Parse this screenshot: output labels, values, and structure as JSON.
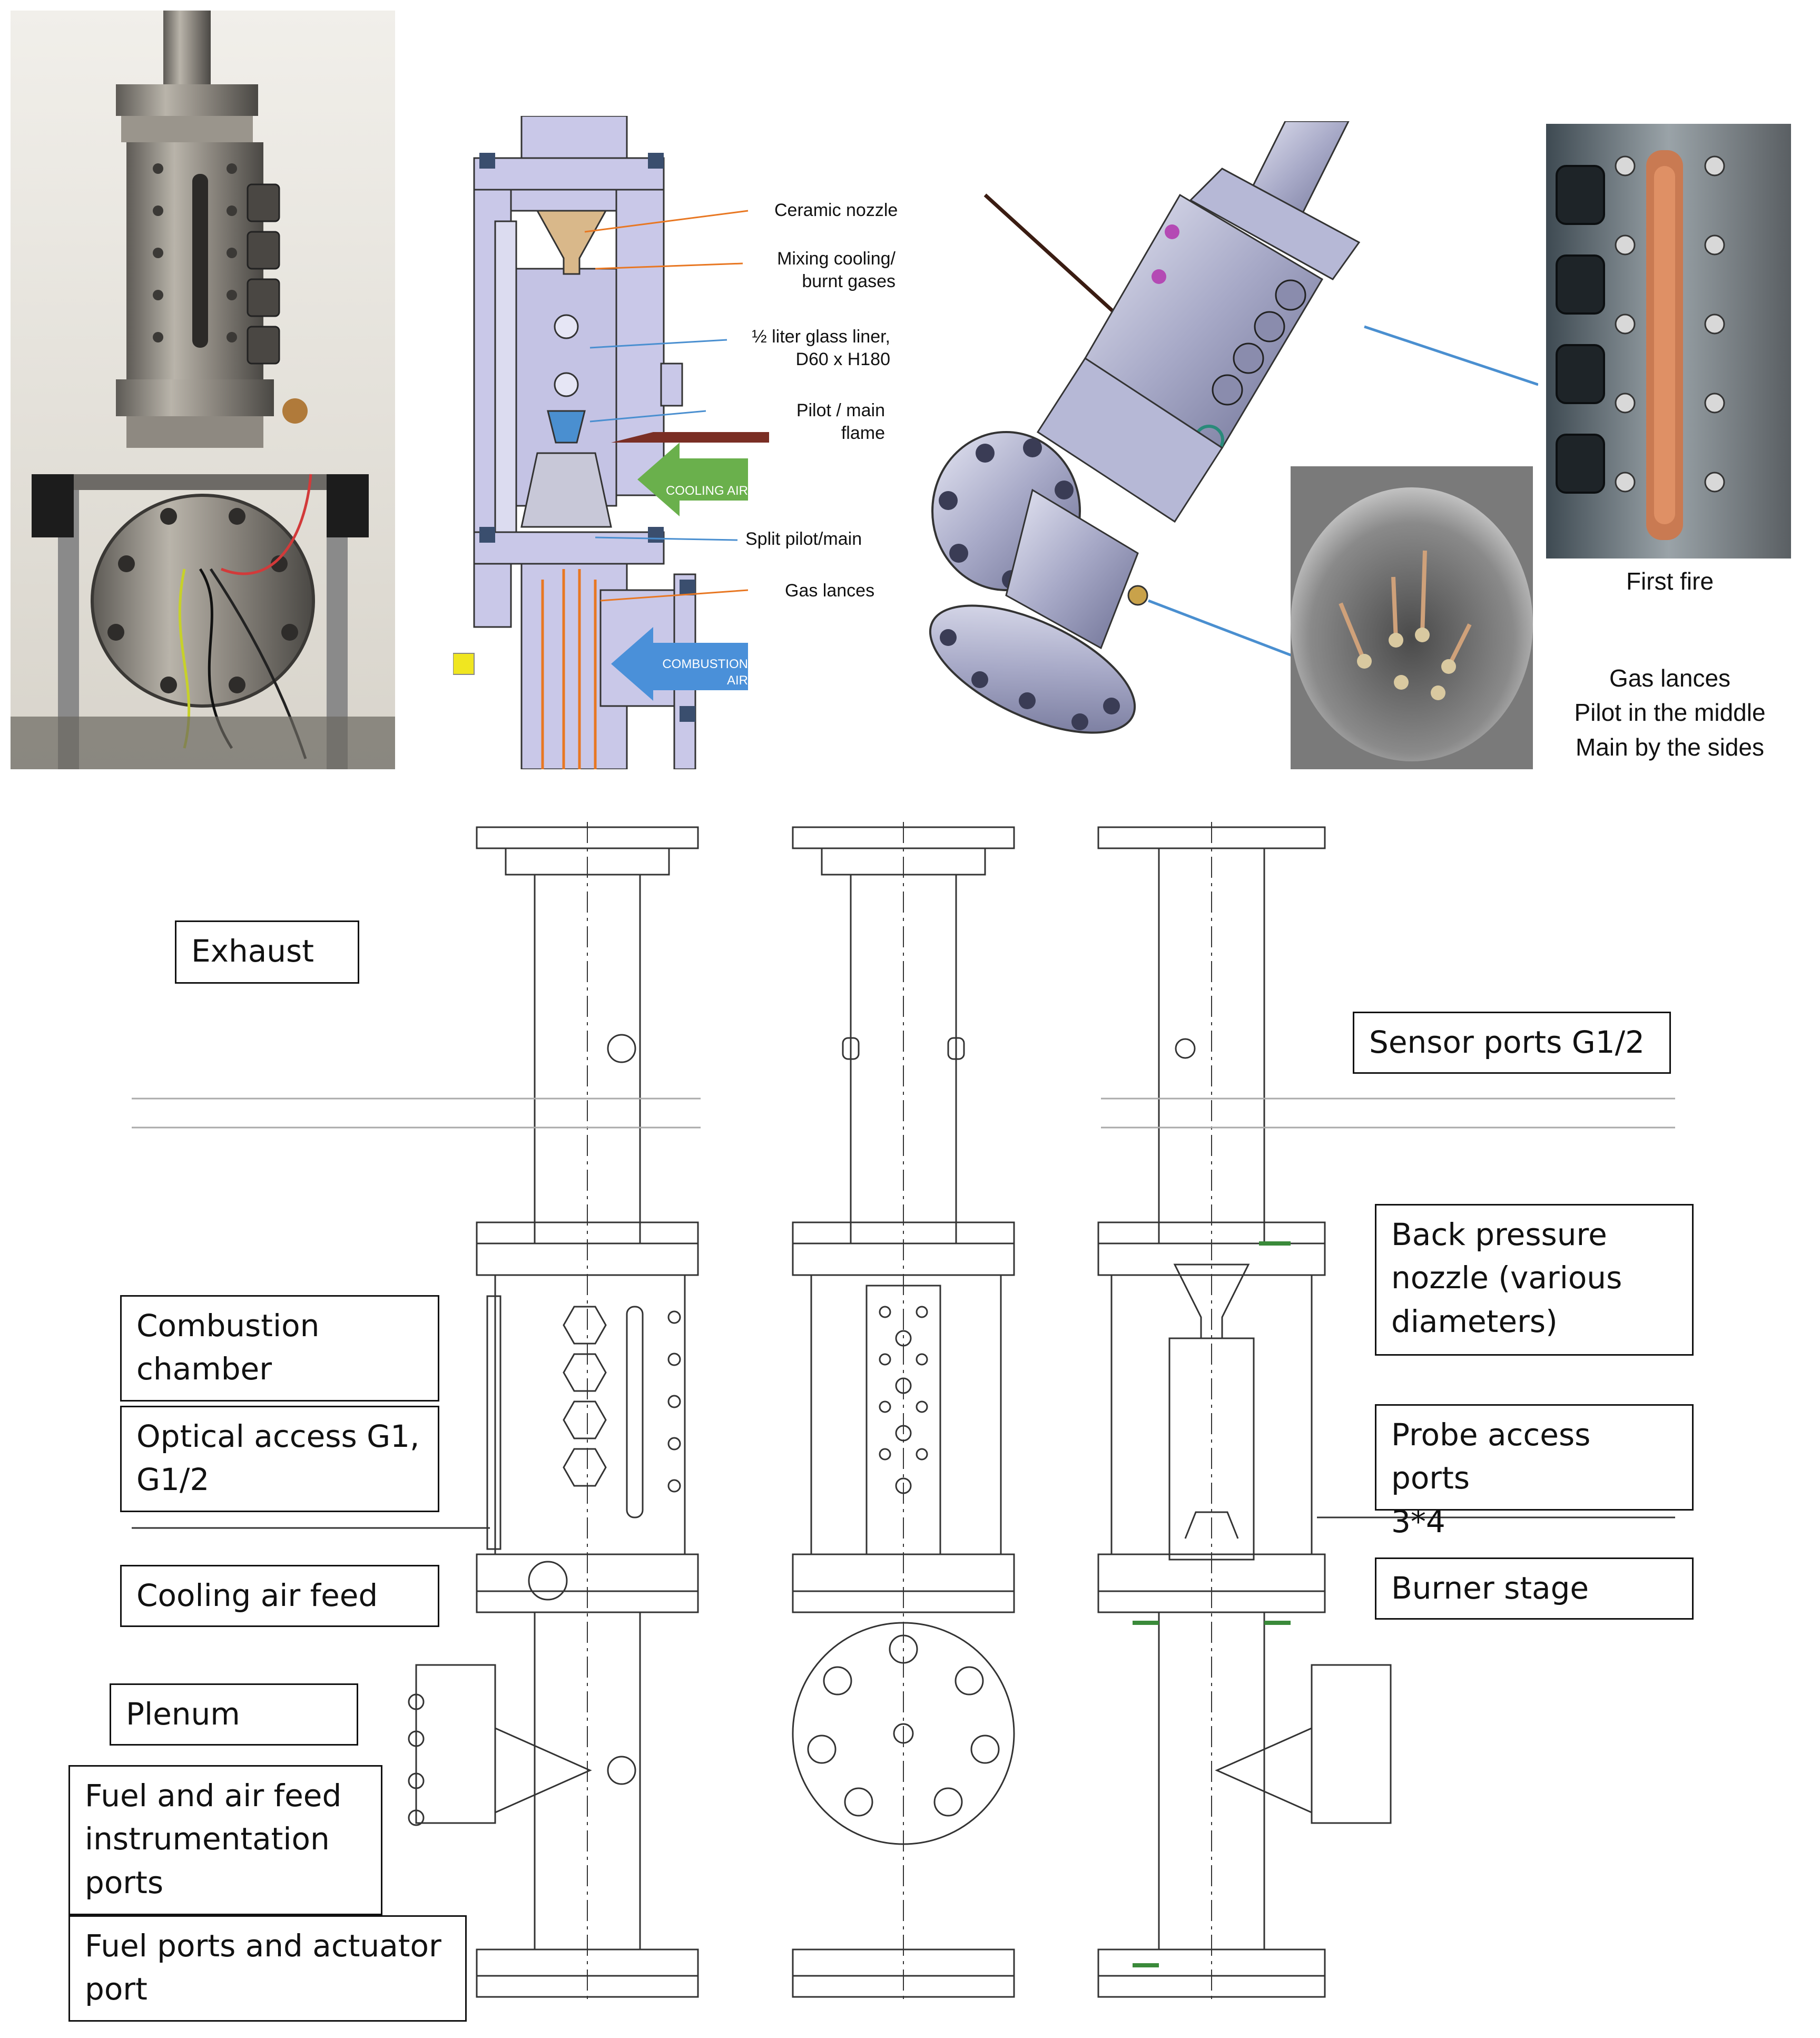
{
  "section_view": {
    "labels": {
      "ceramic_nozzle": "Ceramic nozzle",
      "mixing": "Mixing cooling/\nburnt gases",
      "glass_liner": "½ liter glass liner,\nD60 x H180",
      "pilot_main_flame": "Pilot / main\nflame",
      "cooling_air": "COOLING AIR",
      "split_pilot_main": "Split pilot/main",
      "gas_lances": "Gas lances",
      "combustion_air": "COMBUSTION\nAIR"
    },
    "colors": {
      "leader_orange": "#e87722",
      "leader_blue": "#4a8fd0",
      "cooling_arrow": "#6ab04c",
      "combustion_arrow": "#4a90d9",
      "body": "#c9c8e8"
    }
  },
  "photo_captions": {
    "first_fire": "First fire",
    "gas_lances_note": "Gas lances\nPilot in the middle\nMain by the sides"
  },
  "drawing_labels": {
    "exhaust": "Exhaust",
    "sensor_ports": "Sensor ports G1/2",
    "combustion_chamber": "Combustion\nchamber",
    "back_pressure": "Back pressure\nnozzle (various\ndiameters)",
    "optical_access": "Optical access G1,\nG1/2",
    "probe_access": "Probe access ports\n3*4",
    "cooling_air_feed": "Cooling air feed",
    "burner_stage": "Burner stage",
    "plenum": "Plenum",
    "fuel_air_feed": "Fuel and air feed\ninstrumentation\nports",
    "fuel_ports_actuator": "Fuel ports and actuator\nport"
  }
}
